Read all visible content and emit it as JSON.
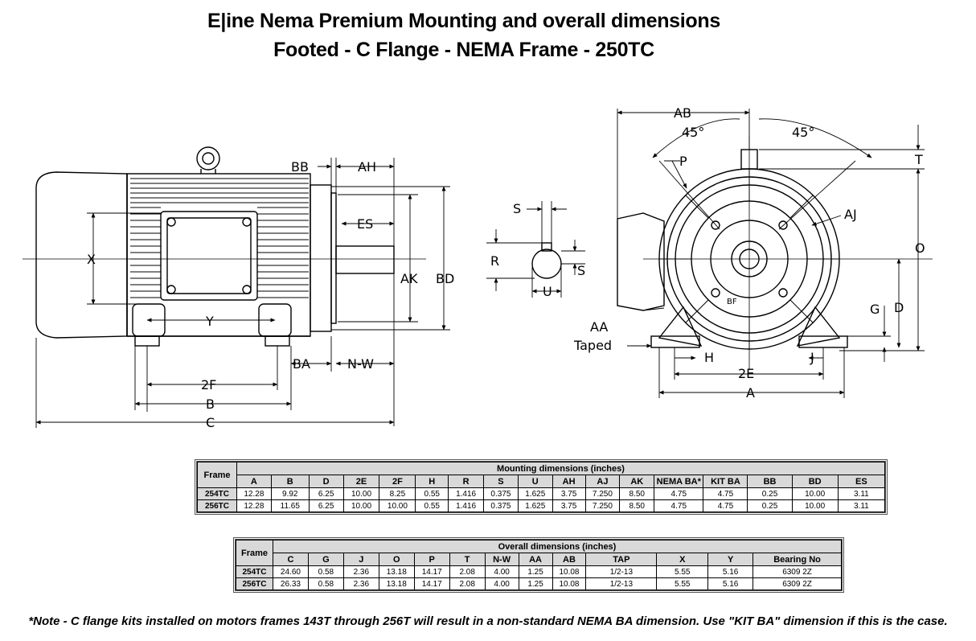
{
  "title_line1": "E|ine Nema Premium Mounting and overall dimensions",
  "title_line2": "Footed - C Flange - NEMA Frame - 250TC",
  "drawing_labels": {
    "BB": "BB",
    "AH": "AH",
    "ES": "ES",
    "X": "X",
    "AK": "AK",
    "BD": "BD",
    "Y": "Y",
    "BA": "BA",
    "NW": "N-W",
    "F2": "2F",
    "B": "B",
    "C": "C",
    "S_top": "S",
    "R": "R",
    "S_side": "S",
    "U": "U",
    "AA": "AA",
    "Taped": "Taped",
    "AB": "AB",
    "deg_left": "45°",
    "deg_right": "45°",
    "P": "P",
    "T": "T",
    "AJ": "AJ",
    "O": "O",
    "G": "G",
    "D": "D",
    "BF": "BF",
    "H": "H",
    "J": "J",
    "E2": "2E",
    "A": "A"
  },
  "mounting_table": {
    "frame_header": "Frame",
    "group_header": "Mounting dimensions (inches)",
    "columns": [
      "A",
      "B",
      "D",
      "2E",
      "2F",
      "H",
      "R",
      "S",
      "U",
      "AH",
      "AJ",
      "AK",
      "NEMA BA*",
      "KIT BA",
      "BB",
      "BD",
      "ES"
    ],
    "rows": [
      {
        "frame": "254TC",
        "values": [
          "12.28",
          "9.92",
          "6.25",
          "10.00",
          "8.25",
          "0.55",
          "1.416",
          "0.375",
          "1.625",
          "3.75",
          "7.250",
          "8.50",
          "4.75",
          "4.75",
          "0.25",
          "10.00",
          "3.11"
        ]
      },
      {
        "frame": "256TC",
        "values": [
          "12.28",
          "11.65",
          "6.25",
          "10.00",
          "10.00",
          "0.55",
          "1.416",
          "0.375",
          "1.625",
          "3.75",
          "7.250",
          "8.50",
          "4.75",
          "4.75",
          "0.25",
          "10.00",
          "3.11"
        ]
      }
    ]
  },
  "overall_table": {
    "frame_header": "Frame",
    "group_header": "Overall dimensions (inches)",
    "columns": [
      "C",
      "G",
      "J",
      "O",
      "P",
      "T",
      "N-W",
      "AA",
      "AB",
      "TAP",
      "X",
      "Y",
      "Bearing No"
    ],
    "rows": [
      {
        "frame": "254TC",
        "values": [
          "24.60",
          "0.58",
          "2.36",
          "13.18",
          "14.17",
          "2.08",
          "4.00",
          "1.25",
          "10.08",
          "1/2-13",
          "5.55",
          "5.16",
          "6309 2Z"
        ]
      },
      {
        "frame": "256TC",
        "values": [
          "26.33",
          "0.58",
          "2.36",
          "13.18",
          "14.17",
          "2.08",
          "4.00",
          "1.25",
          "10.08",
          "1/2-13",
          "5.55",
          "5.16",
          "6309 2Z"
        ]
      }
    ]
  },
  "note": "*Note - C flange kits installed on motors frames 143T through 256T will result in a non-standard NEMA BA dimension. Use \"KIT BA\" dimension if this is the case."
}
